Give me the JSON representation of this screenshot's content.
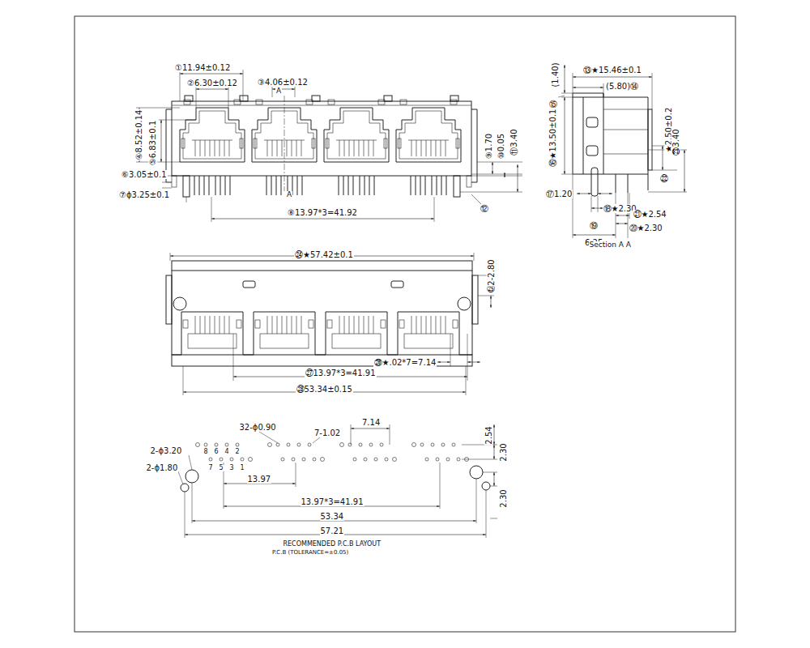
{
  "diagram": {
    "labels": [
      "①11.94±0.12",
      "②6.30±0.12",
      "③4.06±0.12",
      "④8.52±0.14",
      "⑤6.83±0.1",
      "⑥3.05±0.1",
      "⑦ϕ3.25±0.1",
      "⑧13.97*3=41.92",
      "⑨1.70",
      "⑩0.05",
      "⑪3.40",
      "⑫",
      "A",
      "A",
      "⑬★15.46±0.1",
      "(1.40)",
      "(5.80)⑭",
      "⑮",
      "⑯★13.50±0.1",
      "⑰1.20",
      "⑱★2.30",
      "⑲",
      "6.25",
      "⑳★2.30",
      "㉑★2.54",
      "㉒",
      "★2.50±0.2",
      "㉓3.40",
      "Section A A",
      "㉔★57.42±0.1",
      "㉕",
      "2-2.80",
      "㉖★.02*7=7.14",
      "㉗13.97*3=41.91",
      "㉘53.34±0.15",
      "32-ϕ0.90",
      "7-1.02",
      "7.14",
      "2.54",
      "2.30",
      "2-ϕ3.20",
      "2-ϕ1.80",
      "8",
      "6",
      "4",
      "2",
      "7",
      "5",
      "3",
      "1",
      "13.97",
      "13.97*3=41.91",
      "53.34",
      "57.21",
      "2.30",
      "RECOMMENDED P.C.B LAYOUT",
      "P.C.B  (TOLERANCE=±0.05)"
    ]
  }
}
